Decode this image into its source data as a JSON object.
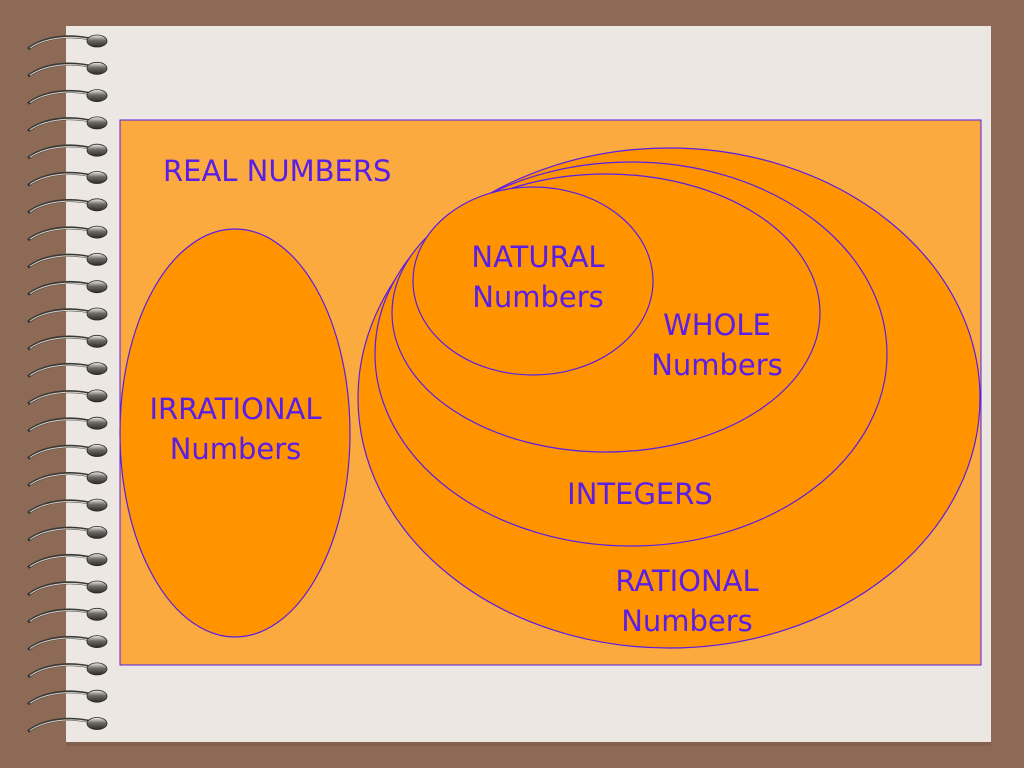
{
  "diagram": {
    "labels": {
      "real": "REAL NUMBERS",
      "natural": [
        "NATURAL",
        "Numbers"
      ],
      "whole": [
        "WHOLE",
        "Numbers"
      ],
      "irrational": [
        "IRRATIONAL",
        "Numbers"
      ],
      "integers": "INTEGERS",
      "rational": [
        "RATIONAL",
        "Numbers"
      ]
    },
    "colors": {
      "background": "#8c6a55",
      "paper": "#ece7e2",
      "panel": "#fbaa40",
      "set_fill": "#ff9400",
      "outline": "#5a1ee6",
      "label": "#5a1ee6"
    }
  }
}
